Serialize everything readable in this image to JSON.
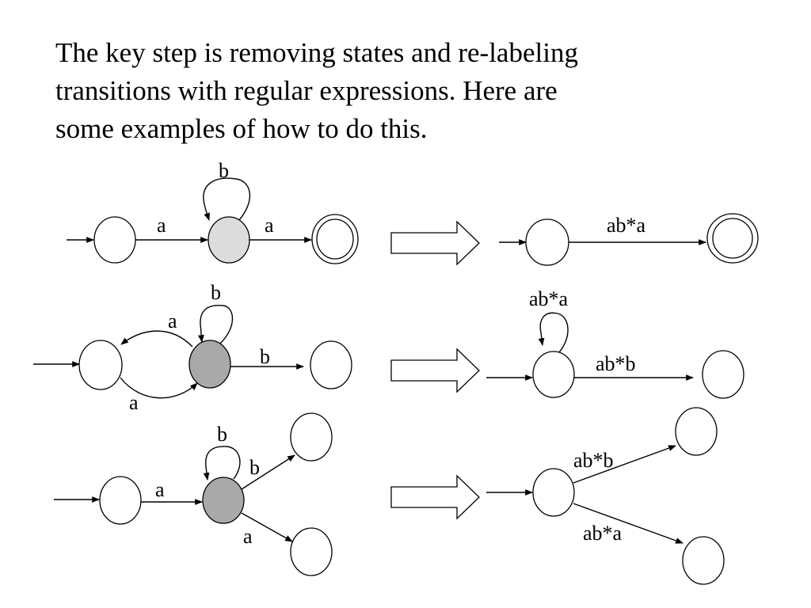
{
  "intro": {
    "lines": [
      "The key step is removing states and re-labeling",
      "transitions with regular expressions.  Here are",
      "some examples of how to do this."
    ]
  },
  "examples": [
    {
      "before": {
        "loop": "b",
        "in": "a",
        "out": "a"
      },
      "after": {
        "edge": "ab*a"
      }
    },
    {
      "before": {
        "loop": "b",
        "back": "a",
        "fwd": "a",
        "out": "b"
      },
      "after": {
        "loop": "ab*a",
        "edge": "ab*b"
      }
    },
    {
      "before": {
        "loop": "b",
        "in": "a",
        "out_top": "b",
        "out_bottom": "a"
      },
      "after": {
        "edge_top": "ab*b",
        "edge_bottom": "ab*a"
      }
    }
  ],
  "colors": {
    "removed_state_light": "#dcdcdc",
    "removed_state_dark": "#a9a9a9"
  }
}
